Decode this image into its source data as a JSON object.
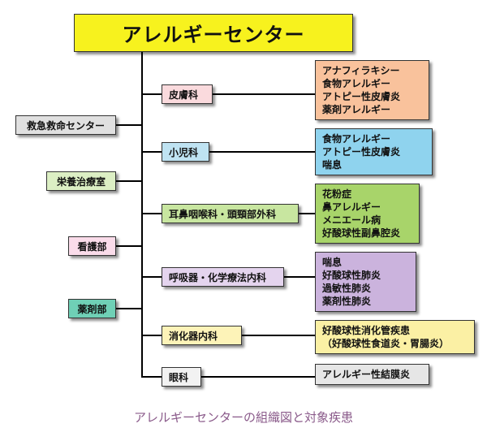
{
  "title": "アレルギーセンター",
  "side_units": [
    "救急救命センター",
    "栄養治療室",
    "看護部",
    "薬剤部"
  ],
  "departments": [
    {
      "name": "皮膚科",
      "conditions": [
        "アナフィラキシー",
        "食物アレルギー",
        "アトピー性皮膚炎",
        "薬剤アレルギー"
      ]
    },
    {
      "name": "小児科",
      "conditions": [
        "食物アレルギー",
        "アトピー性皮膚炎",
        "喘息"
      ]
    },
    {
      "name": "耳鼻咽喉科・頭頸部外科",
      "conditions": [
        "花粉症",
        "鼻アレルギー",
        "メニエール病",
        "好酸球性副鼻腔炎"
      ]
    },
    {
      "name": "呼吸器・化学療法内科",
      "conditions": [
        "喘息",
        "好酸球性肺炎",
        "過敏性肺炎",
        "薬剤性肺炎"
      ]
    },
    {
      "name": "消化器内科",
      "conditions": [
        "好酸球性消化管疾患",
        "（好酸球性食道炎・胃腸炎）"
      ]
    },
    {
      "name": "眼科",
      "conditions": [
        "アレルギー性結膜炎"
      ]
    }
  ],
  "colors": {
    "title": "#f7f21e",
    "side_gray": "#e0e0e0",
    "side_green": "#dcefc4",
    "side_pink": "#fadcea",
    "side_teal": "#6fd0b6",
    "dept_pink": "#fadadd",
    "dept_blue": "#bfe3f2",
    "dept_green": "#c8e6a0",
    "dept_purple": "#e4d4ee",
    "dept_yellow": "#fdf3b8",
    "dept_white": "#f2f2f2",
    "cond_salmon": "#f9c29c",
    "cond_blue": "#8fd3ee",
    "cond_green": "#a8d46a",
    "cond_purple": "#cbb3dd",
    "cond_yellow": "#fbf0a4",
    "cond_gray": "#e6e6e6"
  },
  "caption": "アレルギーセンターの組織図と対象疾患"
}
